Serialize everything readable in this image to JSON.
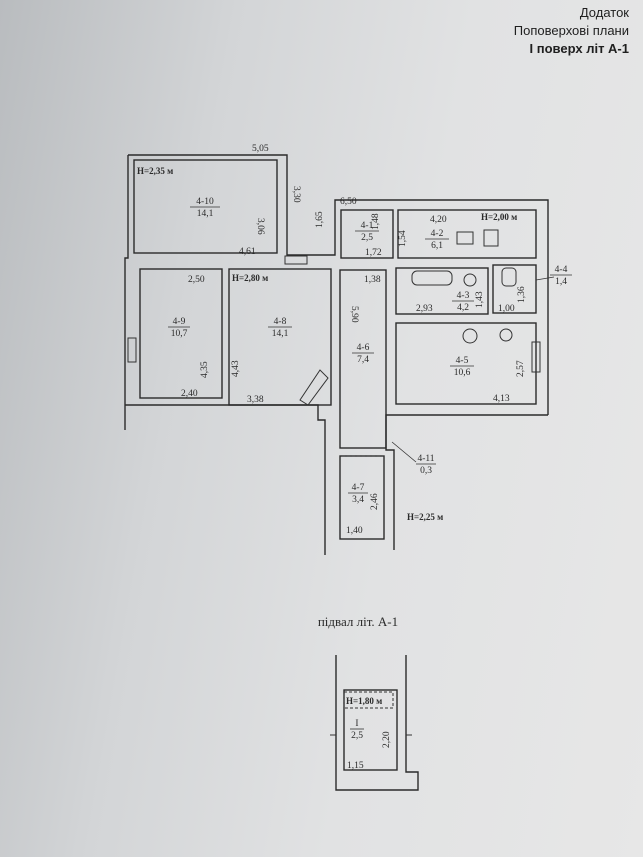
{
  "header": {
    "line1": "Додаток",
    "line2": "Поповерхові плани",
    "line3": "І поверх літ А-1"
  },
  "basement_title": "підвал літ. А-1",
  "rooms": [
    {
      "id": "4-10",
      "area": "14,1"
    },
    {
      "id": "4-1",
      "area": "2,5"
    },
    {
      "id": "4-2",
      "area": "6,1"
    },
    {
      "id": "4-3",
      "area": "4,2"
    },
    {
      "id": "4-4",
      "area": "1,4"
    },
    {
      "id": "4-9",
      "area": "10,7"
    },
    {
      "id": "4-8",
      "area": "14,1"
    },
    {
      "id": "4-6",
      "area": "7,4"
    },
    {
      "id": "4-5",
      "area": "10,6"
    },
    {
      "id": "4-11",
      "area": "0,3"
    },
    {
      "id": "4-7",
      "area": "3,4"
    },
    {
      "id": "I",
      "area": "2,5"
    }
  ],
  "heights": {
    "h1": "Н=2,35 м",
    "h2": "Н=2,00 м",
    "h3": "Н=2,80 м",
    "h4": "Н=2,25 м",
    "h5": "Н=1,80 м"
  },
  "dims": {
    "d1": "5,05",
    "d2": "3,30",
    "d3": "3,06",
    "d4": "4,61",
    "d5": "6,50",
    "d6": "1,65",
    "d7": "1,48",
    "d8": "4,20",
    "d9": "1,54",
    "d10": "1,72",
    "d11": "1,38",
    "d12": "2,93",
    "d13": "1,43",
    "d14": "1,36",
    "d15": "1,00",
    "d16": "2,50",
    "d17": "4,35",
    "d18": "2,40",
    "d19": "4,43",
    "d20": "3,38",
    "d21": "5,90",
    "d22": "2,57",
    "d23": "4,13",
    "d24": "2,46",
    "d25": "1,40",
    "d26": "2,20",
    "d27": "1,15"
  }
}
